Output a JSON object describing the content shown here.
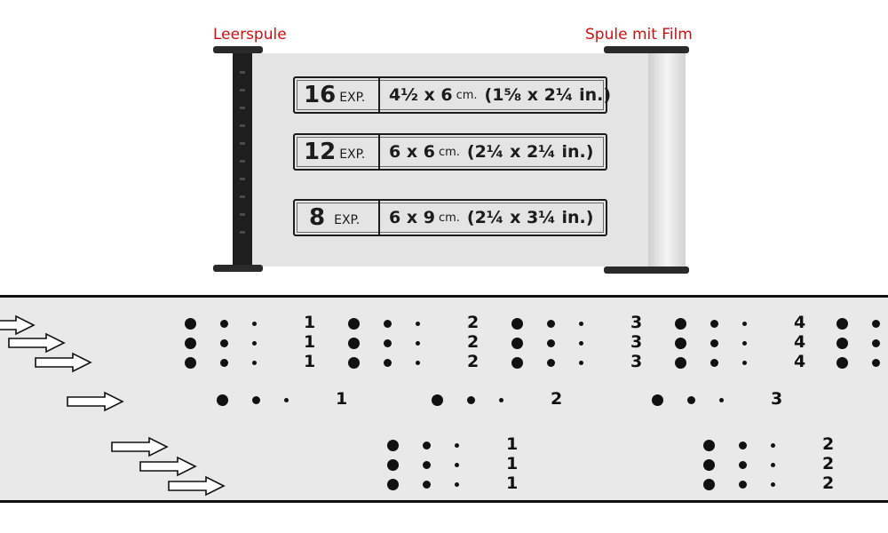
{
  "spools": {
    "empty_label": "Leerspule",
    "film_label": "Spule mit Film"
  },
  "formats": [
    {
      "exposures": "16",
      "exp_word": "EXP.",
      "size": "4½ x 6",
      "unit": "cm.",
      "inches": "(1⅝ x 2¼ in.)"
    },
    {
      "exposures": "12",
      "exp_word": "EXP.",
      "size": "6 x 6",
      "unit": "cm.",
      "inches": "(2¼ x 2¼ in.)"
    },
    {
      "exposures": "8",
      "exp_word": "EXP.",
      "size": "6 x 9",
      "unit": "cm.",
      "inches": "(2¼ x 3¼ in.)"
    }
  ],
  "strip": {
    "row_group_16": [
      "1",
      "2",
      "3",
      "4"
    ],
    "row_group_12": [
      "1",
      "2",
      "3"
    ],
    "row_group_8": [
      "1",
      "2"
    ]
  },
  "colors": {
    "label_red": "#cc1111",
    "ink": "#111111",
    "paper": "#e4e4e4"
  }
}
